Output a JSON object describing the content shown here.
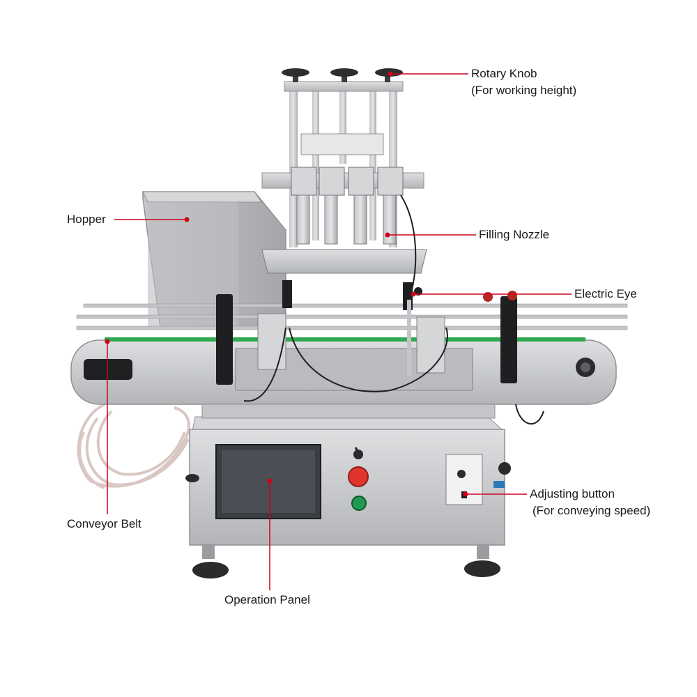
{
  "labels": {
    "rotary_knob": {
      "line1": "Rotary Knob",
      "line2": "(For working height)"
    },
    "hopper": "Hopper",
    "filling_nozzle": "Filling Nozzle",
    "electric_eye": "Electric Eye",
    "adjusting_button": {
      "line1": "Adjusting button",
      "line2": "(For conveying speed)"
    },
    "conveyor_belt": "Conveyor Belt",
    "operation_panel": "Operation Panel"
  },
  "colors": {
    "callout": "#d0021b",
    "steel": "#c9cacc",
    "steel_dark": "#8e9094",
    "belt_green": "#2fa84f",
    "stop_button": "#e0342c",
    "start_button": "#1f9a52",
    "screen": "#3a3d42"
  }
}
